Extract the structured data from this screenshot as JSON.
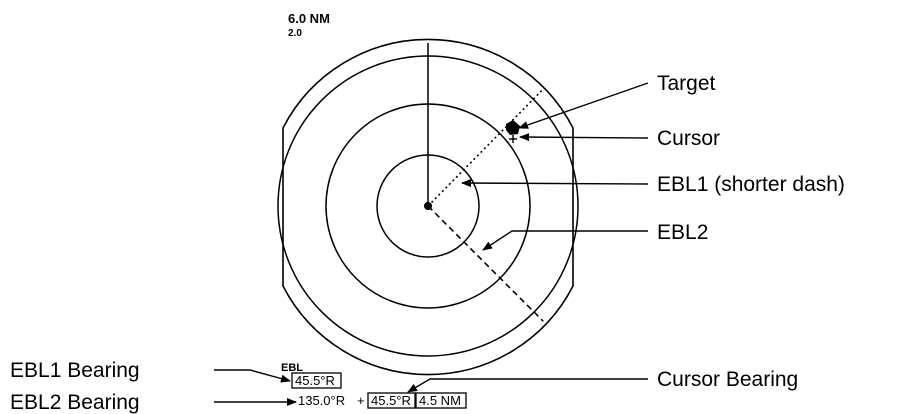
{
  "radar": {
    "range": "6.0 NM",
    "ring_interval": "2.0"
  },
  "readout": {
    "ebl_header": "EBL",
    "ebl1_bearing": "45.5°R",
    "ebl2_bearing": "135.0°R",
    "plus_sign": "+",
    "cursor_bearing": "45.5°R",
    "cursor_range": "4.5 NM"
  },
  "callouts": {
    "target": "Target",
    "cursor": "Cursor",
    "ebl1": "EBL1 (shorter dash)",
    "ebl2": "EBL2",
    "ebl1_bearing": "EBL1 Bearing",
    "ebl2_bearing": "EBL2 Bearing",
    "cursor_bearing": "Cursor Bearing"
  }
}
